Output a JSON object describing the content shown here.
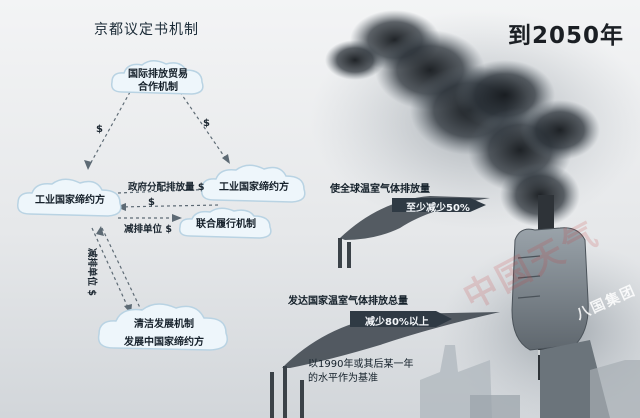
{
  "title": "京都议定书机制",
  "year_title": "到2050年",
  "nodes": {
    "intl_trade": [
      "国际排放贸易",
      "合作机制"
    ],
    "annex_left": "工业国家缔约方",
    "annex_right": "工业国家缔约方",
    "joint_impl": "联合履行机制",
    "cdm": "清洁发展机制",
    "developing": "发展中国家缔约方"
  },
  "flows": {
    "gov_allocation": "政府分配排放量",
    "reduction_unit": "减排单位",
    "vertical": "减排单位",
    "dollar": "$"
  },
  "right_panel": {
    "global_label": "使全球温室气体排放量",
    "global_banner": "至少减少50%",
    "developed_label": "发达国家温室气体排放总量",
    "developed_banner": "减少80%以上",
    "baseline_line1": "以1990年或其后某一年",
    "baseline_line2": "的水平作为基准",
    "fist_logo": "八国集团"
  },
  "watermark": "中国天气",
  "colors": {
    "smoke_dark": "#1c2126",
    "cloud_fill": "#eef6fb",
    "cloud_stroke": "#b9d3e3",
    "arrow": "#5d6a74"
  }
}
